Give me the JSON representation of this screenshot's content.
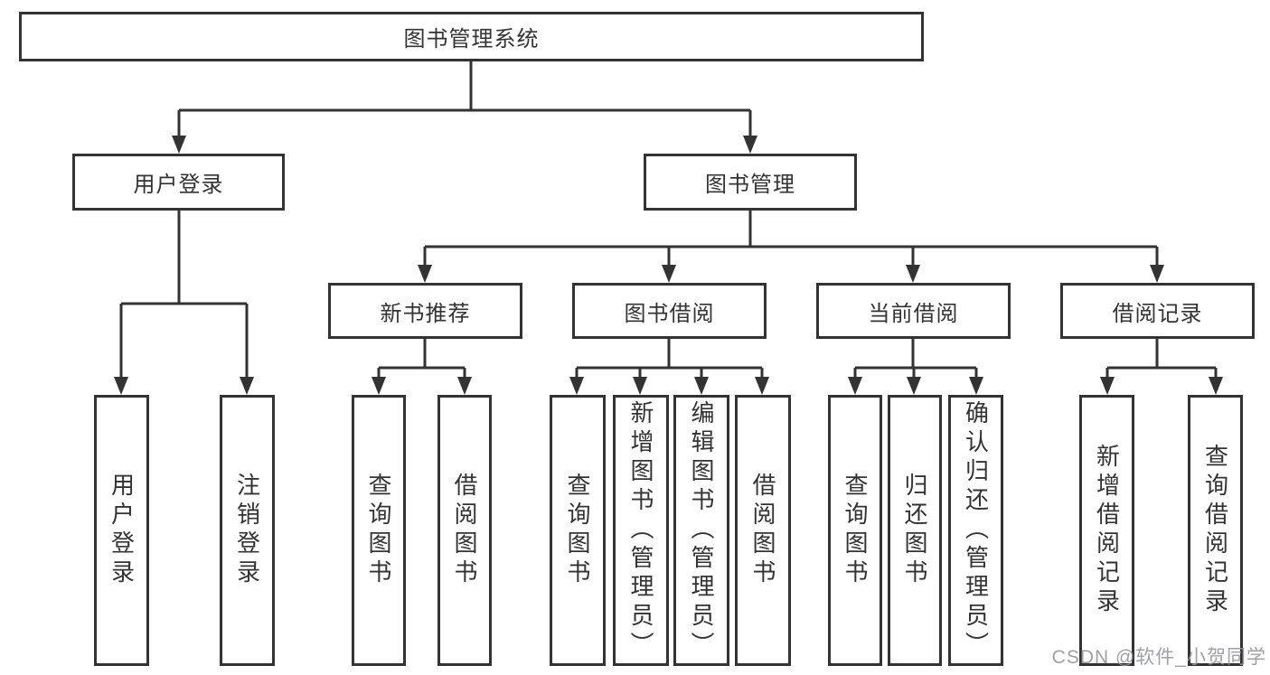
{
  "tree": {
    "root": {
      "label": "图书管理系统",
      "children": [
        {
          "label": "用户登录",
          "children": [
            {
              "label": "用户登录"
            },
            {
              "label": "注销登录"
            }
          ]
        },
        {
          "label": "图书管理",
          "children": [
            {
              "label": "新书推荐",
              "children": [
                {
                  "label": "查询图书"
                },
                {
                  "label": "借阅图书"
                }
              ]
            },
            {
              "label": "图书借阅",
              "children": [
                {
                  "label": "查询图书"
                },
                {
                  "label": "新增图书（管理员）"
                },
                {
                  "label": "编辑图书（管理员）"
                },
                {
                  "label": "借阅图书"
                }
              ]
            },
            {
              "label": "当前借阅",
              "children": [
                {
                  "label": "查询图书"
                },
                {
                  "label": "归还图书"
                },
                {
                  "label": "确认归还（管理员）"
                }
              ]
            },
            {
              "label": "借阅记录",
              "children": [
                {
                  "label": "新增借阅记录"
                },
                {
                  "label": "查询借阅记录"
                }
              ]
            }
          ]
        }
      ]
    }
  },
  "watermark": {
    "text": "CSDN @软件_小贺同学"
  },
  "colors": {
    "line": "#333333",
    "box_border": "#333333",
    "box_fill": "#ffffff",
    "text": "#333333",
    "watermark_text": "#94969e"
  }
}
